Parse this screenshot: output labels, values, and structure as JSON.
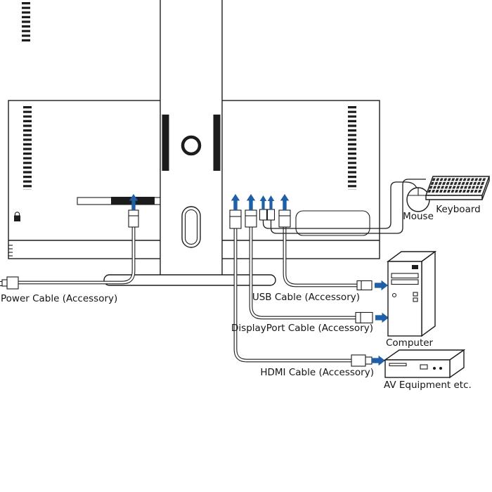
{
  "diagram": {
    "type": "monitor-cable-connection",
    "colors": {
      "arrow_blue": "#1e5fa8",
      "line": "#1c1c1c"
    },
    "labels": {
      "power_cable": "Power Cable (Accessory)",
      "usb_cable": "USB Cable (Accessory)",
      "displayport_cable": "DisplayPort Cable (Accessory)",
      "hdmi_cable": "HDMI Cable (Accessory)",
      "mouse": "Mouse",
      "keyboard": "Keyboard",
      "computer": "Computer",
      "av_equipment": "AV Equipment etc."
    },
    "connections": [
      {
        "cable": "USB Cable (Accessory)",
        "device": "Computer"
      },
      {
        "cable": "DisplayPort Cable (Accessory)",
        "device": "Computer"
      },
      {
        "cable": "HDMI Cable (Accessory)",
        "device": "AV Equipment etc."
      },
      {
        "cable": "Monitor USB port cable",
        "device": "Mouse"
      },
      {
        "cable": "Monitor USB port cable",
        "device": "Keyboard"
      }
    ]
  }
}
